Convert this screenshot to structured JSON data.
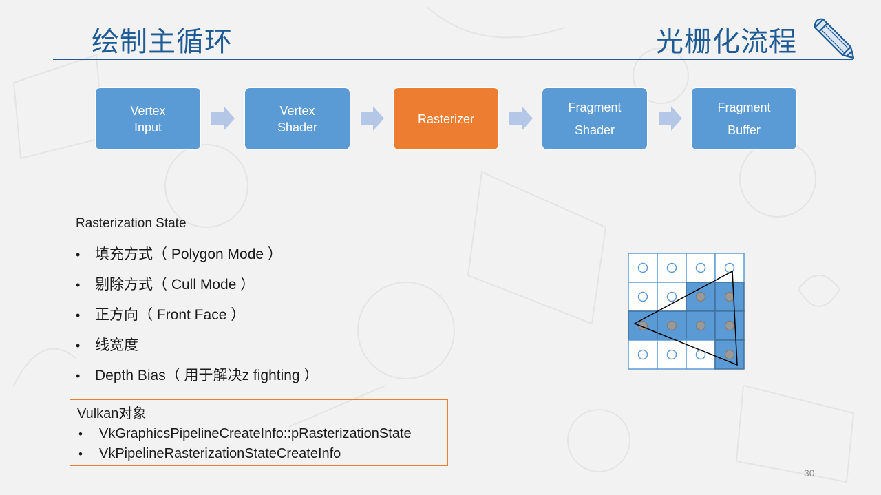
{
  "header": {
    "title": "绘制主循环",
    "subtitle": "光栅化流程",
    "icon": "pencil-icon"
  },
  "pipeline": {
    "stages": [
      {
        "label": "Vertex\nInput",
        "active": false
      },
      {
        "label": "Vertex\nShader",
        "active": false
      },
      {
        "label": "Rasterizer",
        "active": true
      },
      {
        "label": "Fragment\nShader",
        "active": false
      },
      {
        "label": "Fragment\nBuffer",
        "active": false
      }
    ],
    "colors": {
      "stage": "#5b9bd5",
      "active": "#ed7d31",
      "arrow": "#b4c7e7"
    }
  },
  "rasterization": {
    "heading": "Rasterization State",
    "bullets": [
      "填充方式（ Polygon Mode ）",
      "剔除方式（ Cull Mode ）",
      "正方向（ Front Face ）",
      "线宽度",
      "Depth Bias（ 用于解决z fighting ）"
    ],
    "bullet_glyph": "•"
  },
  "vulkan_objects": {
    "title": "Vulkan对象",
    "items": [
      "VkGraphicsPipelineCreateInfo::pRasterizationState",
      "VkPipelineRasterizationStateCreateInfo"
    ]
  },
  "raster_grid": {
    "rows": 4,
    "cols": 4,
    "covered": [
      [
        false,
        false,
        false,
        false
      ],
      [
        false,
        false,
        true,
        true
      ],
      [
        true,
        true,
        true,
        true
      ],
      [
        false,
        false,
        false,
        true
      ]
    ],
    "colors": {
      "covered": "#5b9bd5",
      "empty": "#ffffff",
      "sample_filled": "#999999",
      "sample_ring": "#5b9bd5",
      "triangle": "#000000"
    }
  },
  "footer": {
    "page_number": "30"
  }
}
